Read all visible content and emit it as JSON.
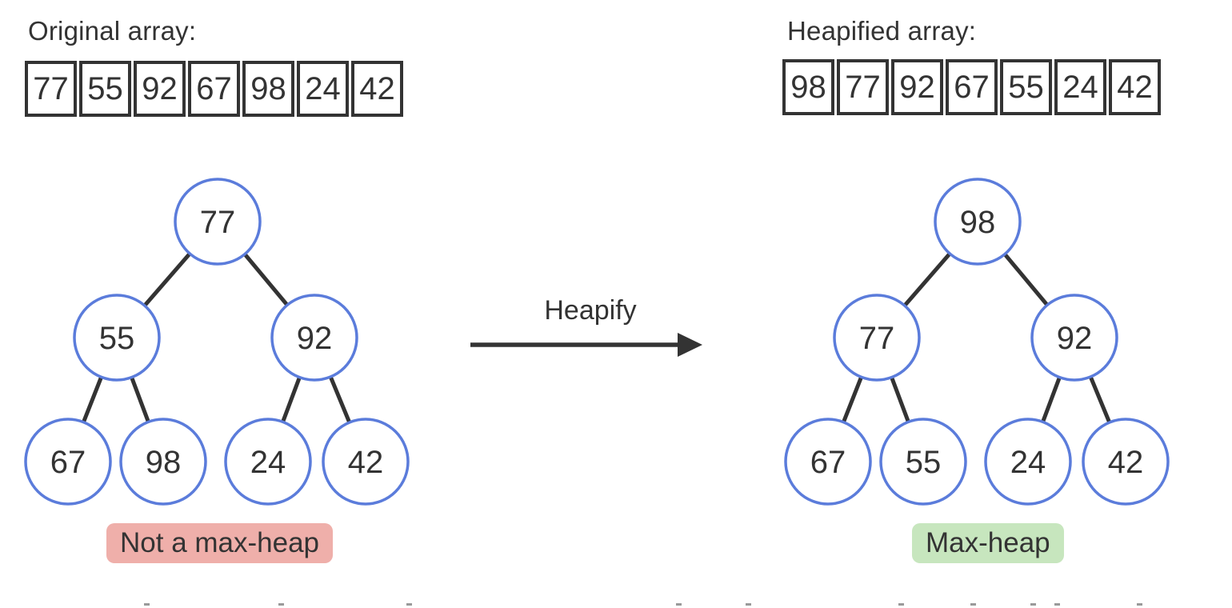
{
  "colors": {
    "text": "#333333",
    "node_stroke": "#5b7cdb",
    "node_fill": "#ffffff",
    "edge": "#333333",
    "cell_border": "#333333",
    "badge_not_heap_bg": "#efafaa",
    "badge_heap_bg": "#c7e6be",
    "arrow": "#333333"
  },
  "left_panel": {
    "title": "Original array:",
    "array": [
      "77",
      "55",
      "92",
      "67",
      "98",
      "24",
      "42"
    ],
    "tree": {
      "type": "binary-tree",
      "level_order": [
        "77",
        "55",
        "92",
        "67",
        "98",
        "24",
        "42"
      ],
      "root": "77",
      "children_of_root": [
        "55",
        "92"
      ],
      "leaves": [
        "67",
        "98",
        "24",
        "42"
      ]
    },
    "badge": "Not a max-heap"
  },
  "transform": {
    "label": "Heapify"
  },
  "right_panel": {
    "title": "Heapified array:",
    "array": [
      "98",
      "77",
      "92",
      "67",
      "55",
      "24",
      "42"
    ],
    "tree": {
      "type": "binary-tree",
      "level_order": [
        "98",
        "77",
        "92",
        "67",
        "55",
        "24",
        "42"
      ],
      "root": "98",
      "children_of_root": [
        "77",
        "92"
      ],
      "leaves": [
        "67",
        "55",
        "24",
        "42"
      ]
    },
    "badge": "Max-heap"
  },
  "bottom_cropped_text_fragments": {
    "note": "tops of a text line cut off by the bottom edge",
    "x_positions": [
      180,
      348,
      508,
      845,
      932,
      1123,
      1213,
      1288,
      1318,
      1421
    ]
  }
}
